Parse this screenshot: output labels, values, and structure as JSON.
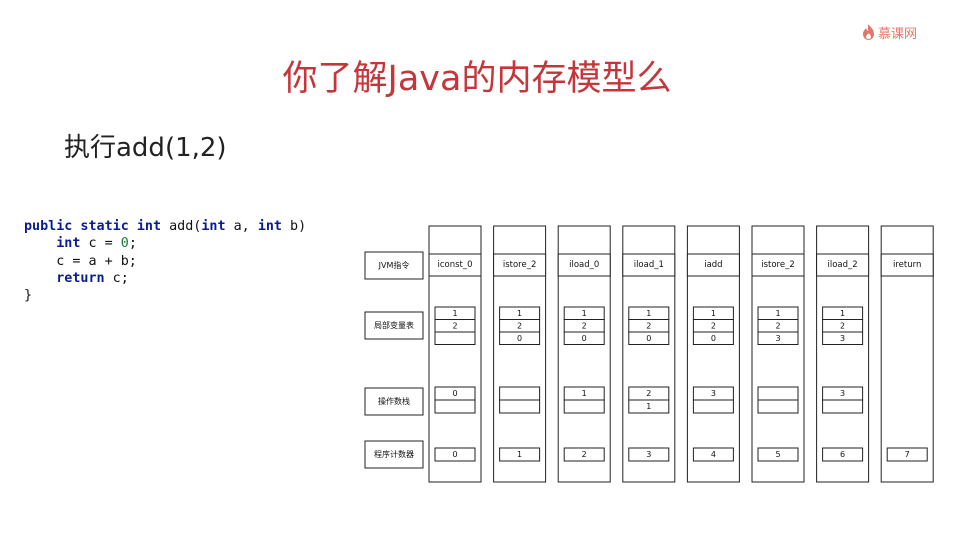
{
  "logo": {
    "text": "慕课网",
    "color": "#e4756a"
  },
  "title": "你了解Java的内存模型么",
  "subtitle": "执行add(1,2)",
  "code": {
    "lines": [
      [
        {
          "t": "public static int ",
          "c": "kw"
        },
        {
          "t": "add(",
          "c": ""
        },
        {
          "t": "int",
          "c": "kw"
        },
        {
          "t": " a, ",
          "c": ""
        },
        {
          "t": "int",
          "c": "kw"
        },
        {
          "t": " b)",
          "c": ""
        }
      ],
      [
        {
          "t": "    ",
          "c": ""
        },
        {
          "t": "int",
          "c": "kw"
        },
        {
          "t": " c = ",
          "c": ""
        },
        {
          "t": "0",
          "c": "num"
        },
        {
          "t": ";",
          "c": ""
        }
      ],
      [
        {
          "t": "    c = a + b;",
          "c": ""
        }
      ],
      [
        {
          "t": "    ",
          "c": ""
        },
        {
          "t": "return",
          "c": "kw"
        },
        {
          "t": " c;",
          "c": ""
        }
      ],
      [
        {
          "t": "}",
          "c": ""
        }
      ]
    ]
  },
  "row_labels": {
    "instruction": "JVM指令",
    "local_vars": "局部变量表",
    "operand_stack": "操作数栈",
    "pc": "程序计数器"
  },
  "steps": [
    {
      "instruction": "iconst_0",
      "locals": [
        "1",
        "2",
        ""
      ],
      "stack": [
        "0",
        ""
      ],
      "pc": "0"
    },
    {
      "instruction": "istore_2",
      "locals": [
        "1",
        "2",
        "0"
      ],
      "stack": [
        "",
        ""
      ],
      "pc": "1"
    },
    {
      "instruction": "iload_0",
      "locals": [
        "1",
        "2",
        "0"
      ],
      "stack": [
        "1",
        ""
      ],
      "pc": "2"
    },
    {
      "instruction": "iload_1",
      "locals": [
        "1",
        "2",
        "0"
      ],
      "stack": [
        "2",
        "1"
      ],
      "pc": "3"
    },
    {
      "instruction": "iadd",
      "locals": [
        "1",
        "2",
        "0"
      ],
      "stack": [
        "3",
        ""
      ],
      "pc": "4"
    },
    {
      "instruction": "istore_2",
      "locals": [
        "1",
        "2",
        "3"
      ],
      "stack": [
        "",
        ""
      ],
      "pc": "5"
    },
    {
      "instruction": "iload_2",
      "locals": [
        "1",
        "2",
        "3"
      ],
      "stack": [
        "3",
        ""
      ],
      "pc": "6"
    },
    {
      "instruction": "ireturn",
      "locals": null,
      "stack": null,
      "pc": "7"
    }
  ],
  "colors": {
    "title": "#c5363b",
    "keyword": "#0a1d8c",
    "number": "#1b7a3a",
    "border": "#222222"
  }
}
